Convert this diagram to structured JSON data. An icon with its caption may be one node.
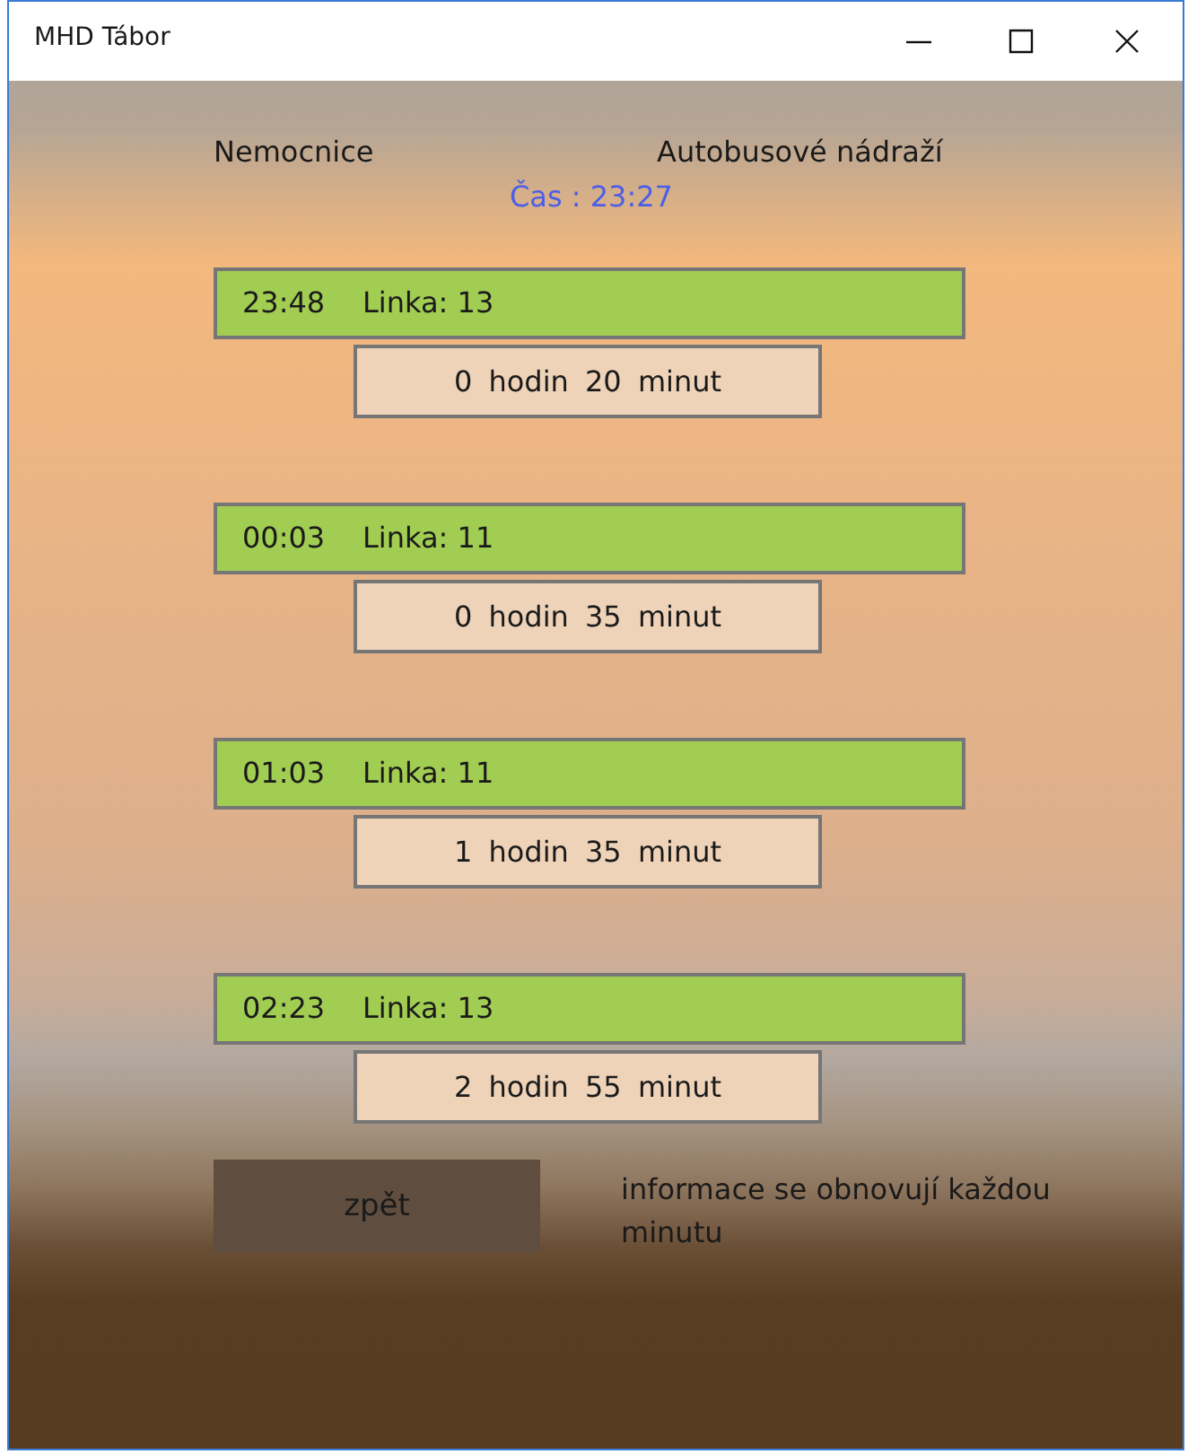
{
  "diagram": {
    "title": "MHD Tábor",
    "nodes": [
      {
        "text": [
          "23:48",
          "Linka: 13"
        ]
      },
      {
        "text": [
          "0 hodin 20 minut"
        ]
      },
      {
        "text": [
          "00:03",
          "Linka: 11"
        ]
      },
      {
        "text": [
          "0 hodin 35 minut"
        ]
      },
      {
        "text": [
          "01:03",
          "Linka: 11"
        ]
      },
      {
        "text": [
          "1 hodin 35 minut"
        ]
      },
      {
        "text": [
          "02:23",
          "Linka: 13"
        ]
      },
      {
        "text": [
          "2 hodin 55 minut"
        ]
      },
      {
        "text": [
          "zpět"
        ]
      }
    ],
    "edges": [],
    "labels": [
      "Nemocnice",
      "Autobusové nádraží",
      "Čas : 23:27",
      "informace se obnovují každou minutu"
    ]
  }
}
